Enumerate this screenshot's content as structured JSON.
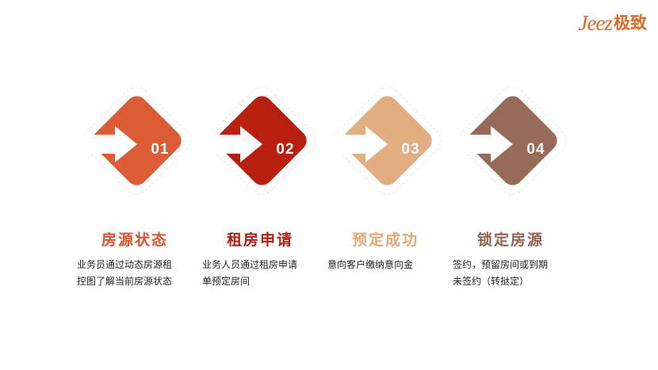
{
  "logo": {
    "latin": "Jeez",
    "chinese": "极致"
  },
  "steps": [
    {
      "number": "01",
      "title": "房源状态",
      "desc_line1": "业务员通过动态房源租",
      "desc_line2": "控图了解当前房源状态",
      "color": "#dd5b35",
      "title_color": "#d9552f"
    },
    {
      "number": "02",
      "title": "租房申请",
      "desc_line1": "业务人员通过租房申请",
      "desc_line2": "单预定房间",
      "color": "#b91f0f",
      "title_color": "#b31e10"
    },
    {
      "number": "03",
      "title": "预定成功",
      "desc_line1": "意向客户缴纳意向金",
      "desc_line2": "",
      "color": "#e2ad80",
      "title_color": "#e2a878"
    },
    {
      "number": "04",
      "title": "锁定房源",
      "desc_line1": "签约，预留房间或到期",
      "desc_line2": "未签约（转挞定）",
      "color": "#976b57",
      "title_color": "#8e6350"
    }
  ]
}
